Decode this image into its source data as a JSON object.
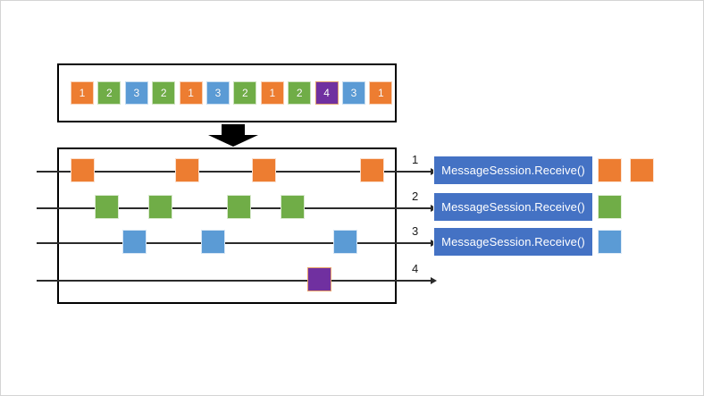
{
  "diagram": {
    "title": "Service Bus session receive diagram",
    "colors": {
      "orange": "#ED7D31",
      "green": "#70AD47",
      "blue": "#5B9BD5",
      "purple": "#7030A0",
      "receive_box_blue": "#4472C4",
      "line": "#2b2b2b",
      "frame": "#000000",
      "canvas_border": "#d4d4d4",
      "arrow_black": "#000000"
    },
    "queue": {
      "label": "incoming-message-queue",
      "tiles": [
        {
          "session": "1",
          "color": "orange"
        },
        {
          "session": "2",
          "color": "green"
        },
        {
          "session": "3",
          "color": "blue"
        },
        {
          "session": "2",
          "color": "green"
        },
        {
          "session": "1",
          "color": "orange"
        },
        {
          "session": "3",
          "color": "blue"
        },
        {
          "session": "2",
          "color": "green"
        },
        {
          "session": "1",
          "color": "orange"
        },
        {
          "session": "2",
          "color": "green"
        },
        {
          "session": "4",
          "color": "purple"
        },
        {
          "session": "3",
          "color": "blue"
        },
        {
          "session": "1",
          "color": "orange"
        }
      ]
    },
    "split_arrow": {
      "name": "down-arrow",
      "direction": "down"
    },
    "sessions": [
      {
        "number": "1",
        "color": "orange",
        "marker_x": [
          78,
          195,
          281,
          402
        ],
        "receive_label": "MessageSession.Receive()",
        "results": 2
      },
      {
        "number": "2",
        "color": "green",
        "marker_x": [
          105,
          165,
          253,
          313
        ],
        "receive_label": "MessageSession.Receive()",
        "results": 1
      },
      {
        "number": "3",
        "color": "blue",
        "marker_x": [
          136,
          224,
          372
        ],
        "receive_label": "MessageSession.Receive()",
        "results": 1
      },
      {
        "number": "4",
        "color": "purple",
        "marker_x": [
          343
        ],
        "receive_label": "",
        "results": 0
      }
    ]
  }
}
